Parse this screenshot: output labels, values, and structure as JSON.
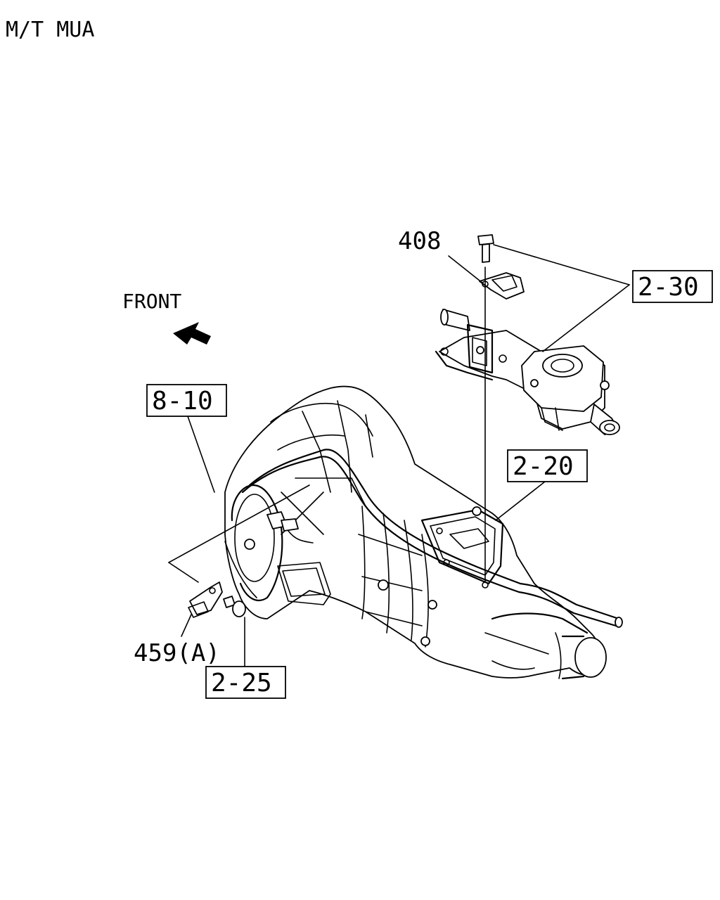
{
  "diagram": {
    "title": "M/T MUA",
    "front_label": "FRONT",
    "callouts": {
      "part_408": "408",
      "part_459a": "459(A)"
    },
    "boxed_refs": {
      "ref_2_30": "2-30",
      "ref_8_10": "8-10",
      "ref_2_20": "2-20",
      "ref_2_25": "2-25"
    }
  }
}
